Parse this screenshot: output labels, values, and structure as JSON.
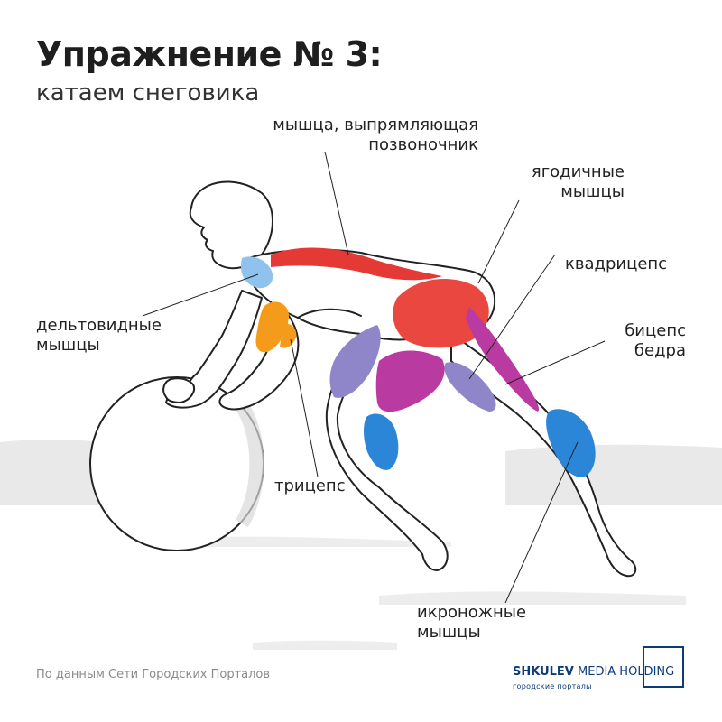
{
  "header": {
    "title": "Упражнение № 3:",
    "subtitle": "катаем снеговика"
  },
  "labels": {
    "spine": [
      "мышца, выпрямляющая",
      "позвоночник"
    ],
    "glutes": [
      "ягодичные",
      "мышцы"
    ],
    "quads": [
      "квадрицепс"
    ],
    "deltoids": [
      "дельтовидные",
      "мышцы"
    ],
    "hamstring": [
      "бицепс",
      "бедра"
    ],
    "triceps": [
      "трицепс"
    ],
    "calves": [
      "икроножные",
      "мышцы"
    ]
  },
  "footer": {
    "source": "По данным Сети Городских Порталов",
    "brand_bold": "SHKULEV",
    "brand_rest": " MEDIA HOLDING",
    "brand_sub": "городские порталы"
  },
  "colors": {
    "spine_muscle": "#e53935",
    "glutes_muscle": "#e9473f",
    "quads_muscle": "#b93aa0",
    "deltoid_muscle": "#8fc3ee",
    "triceps_muscle": "#f59b1c",
    "hamstring_muscle": "#8f86c9",
    "calf_muscle": "#2b86d8",
    "brand": "#0d3b7a"
  }
}
